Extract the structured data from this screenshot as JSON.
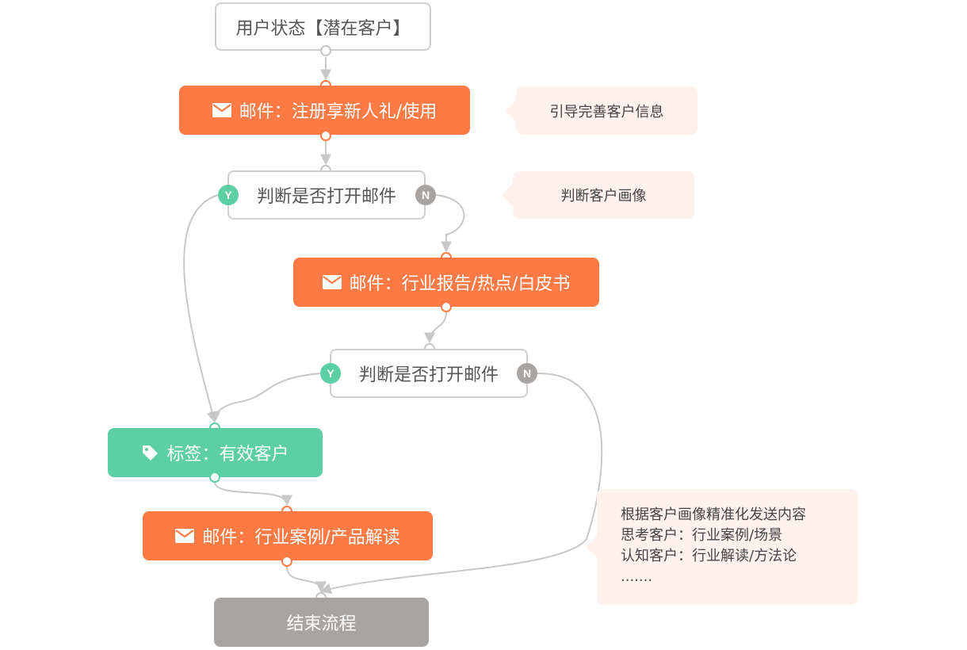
{
  "nodes": {
    "start": "用户状态【潜在客户】",
    "mail_1": "邮件：注册享新人礼/使用",
    "judge_1": "判断是否打开邮件",
    "mail_2": "邮件：行业报告/热点/白皮书",
    "judge_2": "判断是否打开邮件",
    "tag": "标签：有效客户",
    "mail_3": "邮件：行业案例/产品解读",
    "end": "结束流程"
  },
  "branch_labels": {
    "yes": "Y",
    "no": "N"
  },
  "notes": {
    "note_1": "引导完善客户信息",
    "note_2": "判断客户画像",
    "note_3": [
      "根据客户画像精准化发送内容",
      "思考客户：行业案例/场景",
      "认知客户：行业解读/方法论",
      "......."
    ]
  },
  "icons": {
    "mail": "mail-icon",
    "tag": "tag-icon"
  },
  "colors": {
    "mail": "#ff7a45",
    "tag": "#5ccfa5",
    "end": "#a8a4a2",
    "yes": "#5ccfa5",
    "no": "#a8a4a2",
    "note_bg": "#fff1ec",
    "border": "#cfcfcf",
    "edge": "#c8c8c8"
  }
}
